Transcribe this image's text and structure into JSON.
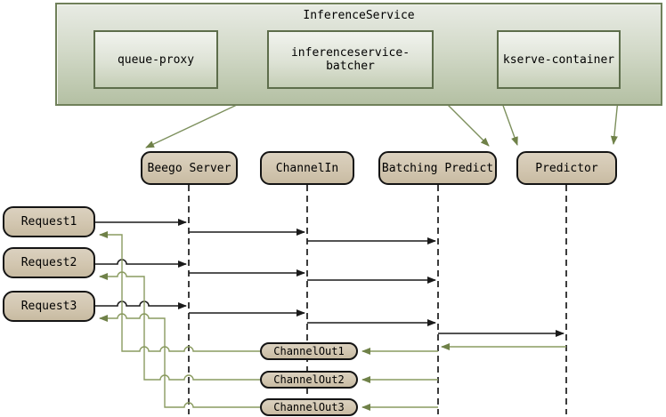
{
  "diagram": {
    "container": {
      "title": "InferenceService",
      "components": [
        {
          "label": "queue-proxy"
        },
        {
          "label": "inferenceservice-batcher"
        },
        {
          "label": "kserve-container"
        }
      ]
    },
    "participants": [
      {
        "label": "Beego Server"
      },
      {
        "label": "ChannelIn"
      },
      {
        "label": "Batching Predict"
      },
      {
        "label": "Predictor"
      }
    ],
    "requests": [
      {
        "label": "Request1"
      },
      {
        "label": "Request2"
      },
      {
        "label": "Request3"
      }
    ],
    "channel_outs": [
      {
        "label": "ChannelOut1"
      },
      {
        "label": "ChannelOut2"
      },
      {
        "label": "ChannelOut3"
      }
    ],
    "flows": [
      {
        "from": "queue-proxy",
        "to": "inferenceservice-batcher"
      },
      {
        "from": "inferenceservice-batcher",
        "to": "kserve-container"
      },
      {
        "from": "inferenceservice-batcher",
        "to": "Beego Server"
      },
      {
        "from": "inferenceservice-batcher",
        "to": "Batching Predict"
      },
      {
        "from": "kserve-container",
        "to": "Predictor"
      },
      {
        "from": "Request1",
        "to": "Beego Server"
      },
      {
        "from": "Request2",
        "to": "Beego Server"
      },
      {
        "from": "Request3",
        "to": "Beego Server"
      },
      {
        "from": "Beego Server",
        "to": "ChannelIn"
      },
      {
        "from": "ChannelIn",
        "to": "Batching Predict"
      },
      {
        "from": "Batching Predict",
        "to": "Predictor"
      },
      {
        "from": "Predictor",
        "to": "Batching Predict"
      },
      {
        "from": "Batching Predict",
        "to": "ChannelOut1"
      },
      {
        "from": "Batching Predict",
        "to": "ChannelOut2"
      },
      {
        "from": "Batching Predict",
        "to": "ChannelOut3"
      },
      {
        "from": "ChannelOut1",
        "to": "Request1"
      },
      {
        "from": "ChannelOut2",
        "to": "Request2"
      },
      {
        "from": "ChannelOut3",
        "to": "Request3"
      }
    ],
    "colors": {
      "container_border": "#70805a",
      "container_fill_top": "#e8ebe4",
      "container_fill_bottom": "#b4c0a3",
      "component_border": "#5d6d4b",
      "node_fill": "#d2c6b0",
      "node_border": "#141414",
      "message_black": "#1a1a1a",
      "message_green": "#8a9b60",
      "lifeline": "#3d3d3d"
    }
  }
}
